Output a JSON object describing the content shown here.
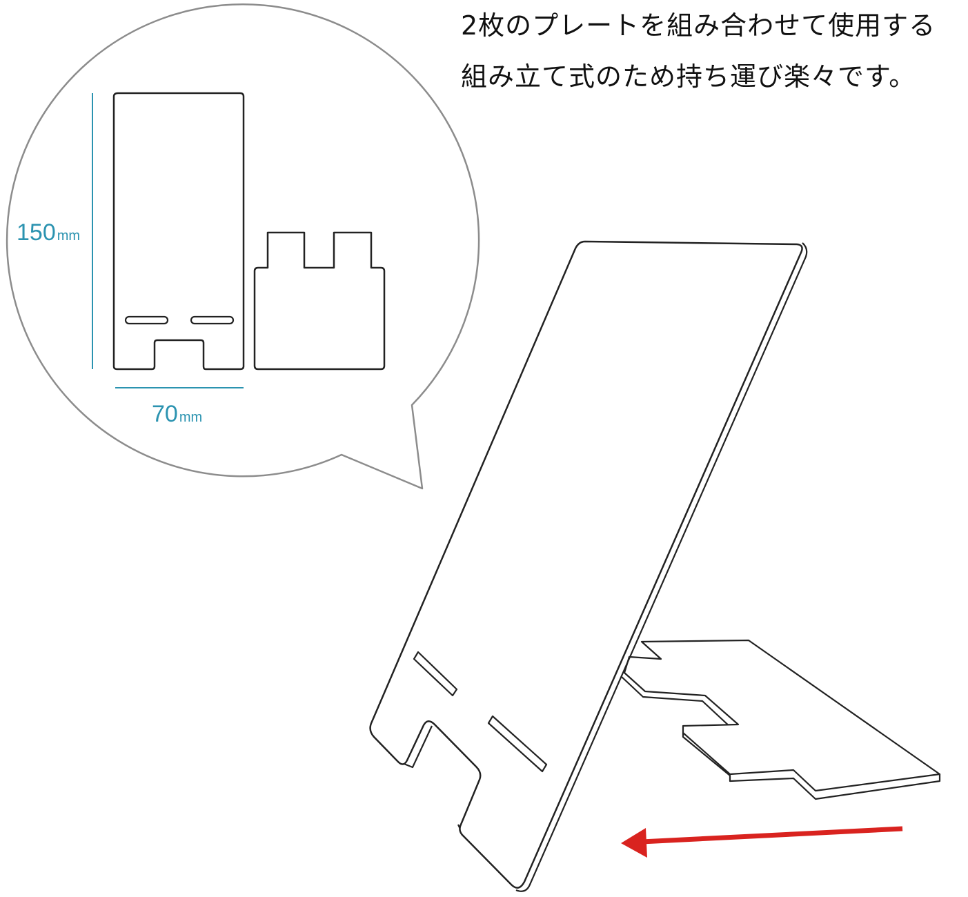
{
  "caption": {
    "line1": "2枚のプレートを組み合わせて使用する",
    "line2": "組み立て式のため持ち運び楽々です。"
  },
  "dimensions": {
    "height_value": "150",
    "height_unit": "mm",
    "width_value": "70",
    "width_unit": "mm"
  },
  "colors": {
    "dimension": "#2b93b0",
    "bubble_outline": "#8c8c8c",
    "arrow": "#d9231f",
    "outline": "#222222"
  }
}
